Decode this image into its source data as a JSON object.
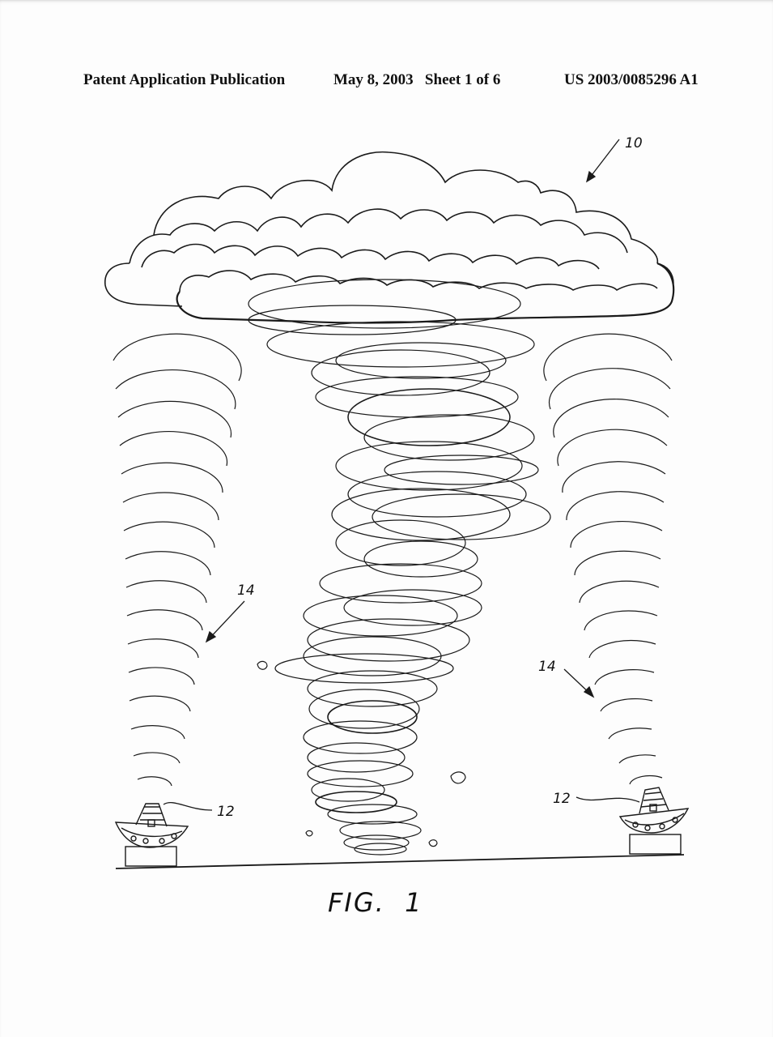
{
  "header": {
    "left": "Patent Application Publication",
    "middle": "May 8, 2003   Sheet 1 of 6",
    "right": "US 2003/0085296 A1"
  },
  "figure": {
    "caption": "FIG.  1",
    "references": {
      "ref_10": "10",
      "ref_12_left": "12",
      "ref_12_right": "12",
      "ref_14_left": "14",
      "ref_14_right": "14"
    }
  }
}
